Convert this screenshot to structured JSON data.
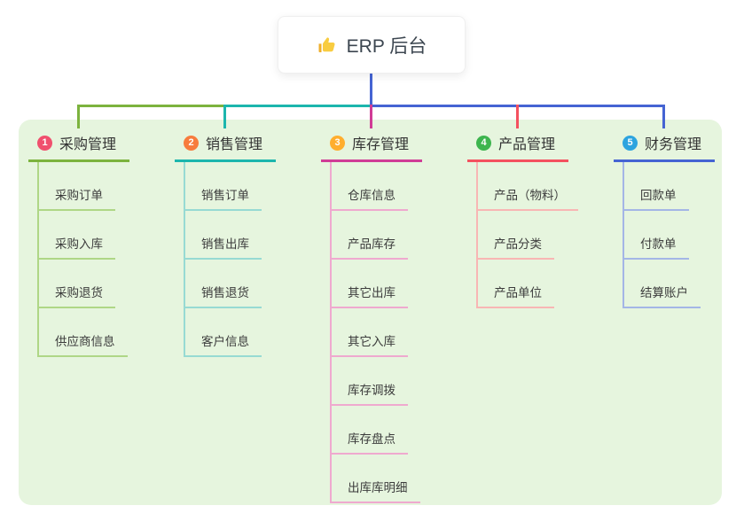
{
  "root": {
    "title": "ERP 后台",
    "icon": "thumbs-up"
  },
  "branches": [
    {
      "id": 1,
      "label": "采购管理",
      "children": [
        "采购订单",
        "采购入库",
        "采购退货",
        "供应商信息"
      ]
    },
    {
      "id": 2,
      "label": "销售管理",
      "children": [
        "销售订单",
        "销售出库",
        "销售退货",
        "客户信息"
      ]
    },
    {
      "id": 3,
      "label": "库存管理",
      "children": [
        "仓库信息",
        "产品库存",
        "其它出库",
        "其它入库",
        "库存调拨",
        "库存盘点",
        "出库库明细"
      ]
    },
    {
      "id": 4,
      "label": "产品管理",
      "children": [
        "产品（物料）",
        "产品分类",
        "产品单位"
      ]
    },
    {
      "id": 5,
      "label": "财务管理",
      "children": [
        "回款单",
        "付款单",
        "结算账户"
      ]
    }
  ],
  "colors": {
    "panel": "#E6F5DE",
    "text": "#3C3C3C",
    "blue": "#4564D3",
    "b1_badge": "#F0506E",
    "b1_line": "#7CB33E",
    "b1_light": "#AFD786",
    "b2_badge": "#F77C3D",
    "b2_line": "#1CB6AD",
    "b2_light": "#97DAD3",
    "b3_badge": "#FFAE2E",
    "b3_line": "#D03C96",
    "b3_light": "#EFA9CF",
    "b4_badge": "#3DB54E",
    "b4_line": "#F4515F",
    "b4_light": "#F8B6B4",
    "b5_badge": "#2DA4DF",
    "b5_line": "#4564D3",
    "b5_light": "#A4B6E6"
  }
}
